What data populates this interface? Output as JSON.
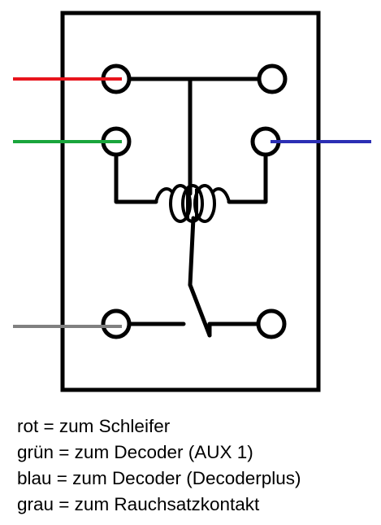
{
  "diagram": {
    "description_hidden": "",
    "wires": [
      {
        "id": "red",
        "color": "#e8141c"
      },
      {
        "id": "green",
        "color": "#1aa53c"
      },
      {
        "id": "blue",
        "color": "#2c2fb4"
      },
      {
        "id": "gray",
        "color": "#808080"
      }
    ],
    "line_color": "#000000"
  },
  "legend": {
    "items": [
      "rot = zum Schleifer",
      "grün = zum Decoder (AUX 1)",
      "blau = zum Decoder (Decoderplus)",
      "grau = zum Rauchsatzkontakt"
    ]
  }
}
